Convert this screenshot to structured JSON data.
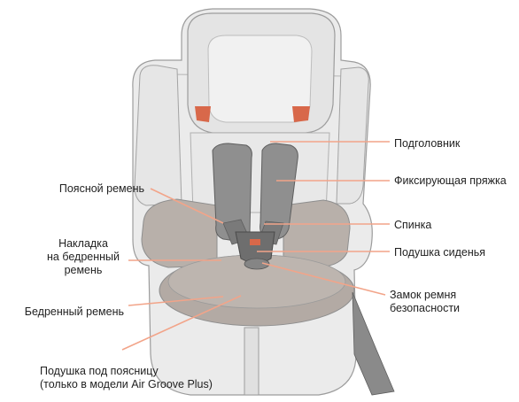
{
  "colors": {
    "leader": "#f2a489",
    "seat_fill": "#ebebeb",
    "seat_stroke": "#9c9c9c",
    "strap_fill": "#8f8f8f",
    "strap_dark": "#6e6e6e",
    "cushion_fill": "#b3aaa4",
    "accent": "#d8684a"
  },
  "labels": {
    "headrest": [
      "Подголовник"
    ],
    "fixing_buckle": [
      "Фиксирующая пряжка"
    ],
    "backrest": [
      "Спинка"
    ],
    "seat_cushion": [
      "Подушка сиденья"
    ],
    "belt_lock": [
      "Замок ремня",
      "безопасности"
    ],
    "waist_belt": [
      "Поясной ремень"
    ],
    "thigh_pad": [
      "Накладка",
      "на бедренный",
      "ремень"
    ],
    "thigh_belt": [
      "Бедренный ремень"
    ],
    "lumbar_cushion": [
      "Подушка под поясницу",
      "(только в модели Air Groove Plus)"
    ]
  }
}
